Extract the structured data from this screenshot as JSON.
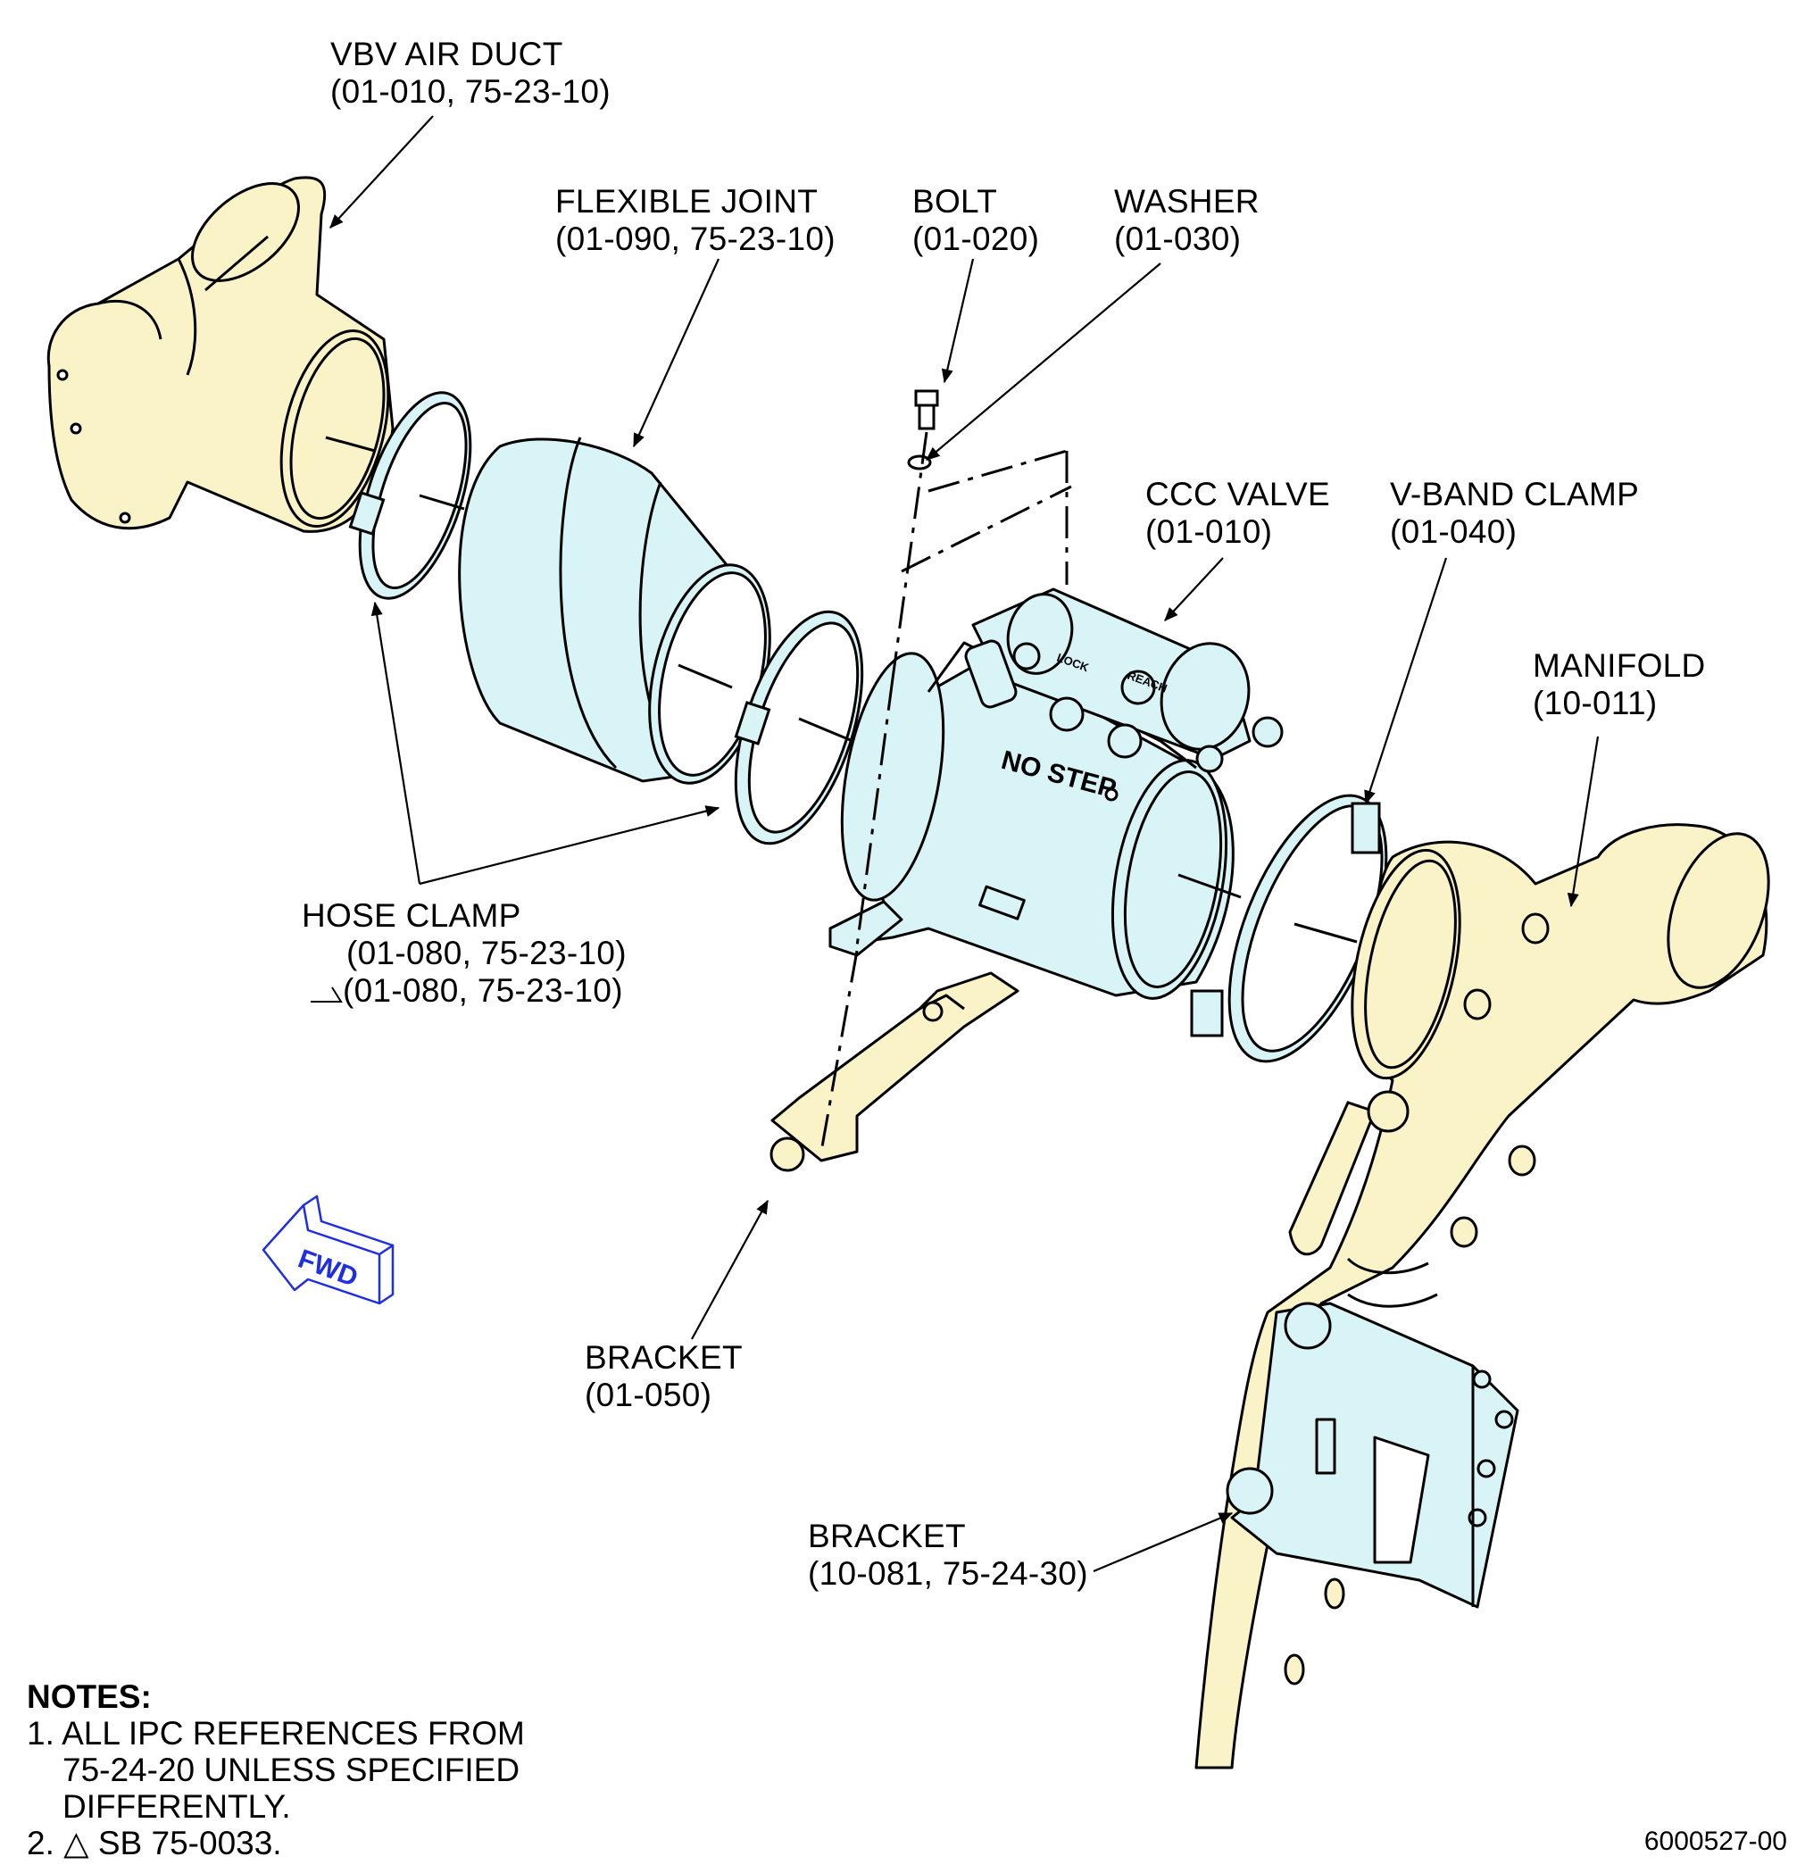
{
  "labels": {
    "vbv_air_duct": {
      "line1": "VBV AIR DUCT",
      "line2": "(01-010, 75-23-10)"
    },
    "flexible_joint": {
      "line1": "FLEXIBLE JOINT",
      "line2": "(01-090, 75-23-10)"
    },
    "bolt": {
      "line1": "BOLT",
      "line2": "(01-020)"
    },
    "washer": {
      "line1": "WASHER",
      "line2": "(01-030)"
    },
    "ccc_valve": {
      "line1": "CCC VALVE",
      "line2": "(01-010)"
    },
    "v_band_clamp": {
      "line1": "V-BAND CLAMP",
      "line2": "(01-040)"
    },
    "manifold": {
      "line1": "MANIFOLD",
      "line2": "(10-011)"
    },
    "hose_clamp": {
      "line1": "HOSE CLAMP",
      "line2": "(01-080, 75-23-10)",
      "line3": "(01-080, 75-23-10)"
    },
    "bracket_valve": {
      "line1": "BRACKET",
      "line2": "(01-050)"
    },
    "bracket_manifold": {
      "line1": "BRACKET",
      "line2": "(10-081, 75-24-30)"
    }
  },
  "valve_markings": {
    "no_step": "NO STEP",
    "lock": "LOCK",
    "reach": "REACH"
  },
  "fwd_arrow": "FWD",
  "notes": {
    "title": "NOTES:",
    "note1_line1": "1. ALL IPC REFERENCES FROM",
    "note1_line2": "75-24-20 UNLESS SPECIFIED",
    "note1_line3": "DIFFERENTLY.",
    "note2": "2. △ SB 75-0033."
  },
  "drawing_number": "6000527-00",
  "colors": {
    "duct_fill": "#fbf3c8",
    "valve_fill": "#d9f4f7",
    "fwd_blue": "#1f2fe0"
  }
}
